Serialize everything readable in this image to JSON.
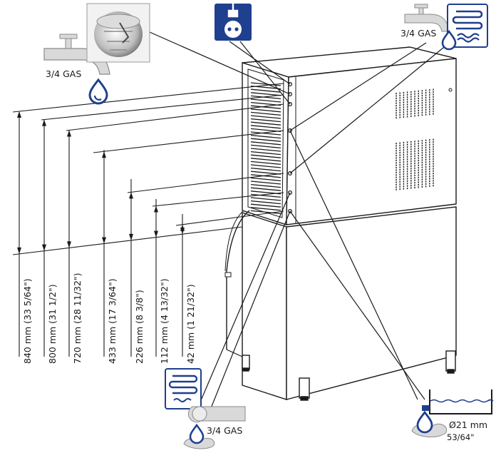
{
  "labels": {
    "water_inlet_left": "3/4 GAS",
    "water_inlet_right": "3/4 GAS",
    "drain_left": "3/4 GAS",
    "drain_right_mm": "Ø21 mm",
    "drain_right_in": "53/64\""
  },
  "dimensions": [
    {
      "label": "840 mm (33 5/64\")"
    },
    {
      "label": "800 mm (31 1/2\")"
    },
    {
      "label": "720 mm (28 11/32\")"
    },
    {
      "label": "433 mm (17 3/64\")"
    },
    {
      "label": "226 mm (8 3/8\")"
    },
    {
      "label": "112 mm (4 13/32\")"
    },
    {
      "label": "42 mm (1 21/32\")"
    }
  ],
  "icons": [
    "water-tap-icon",
    "ice-bin-photo-icon",
    "power-socket-icon",
    "condenser-coil-icon",
    "water-drop-icon",
    "drain-puddle-icon",
    "drain-tank-icon"
  ],
  "colors": {
    "accent": "#1f3f8f",
    "line": "#1a1a1a",
    "machine_shade": "#e8e8e8",
    "machine_dark": "#3a3a3a"
  }
}
